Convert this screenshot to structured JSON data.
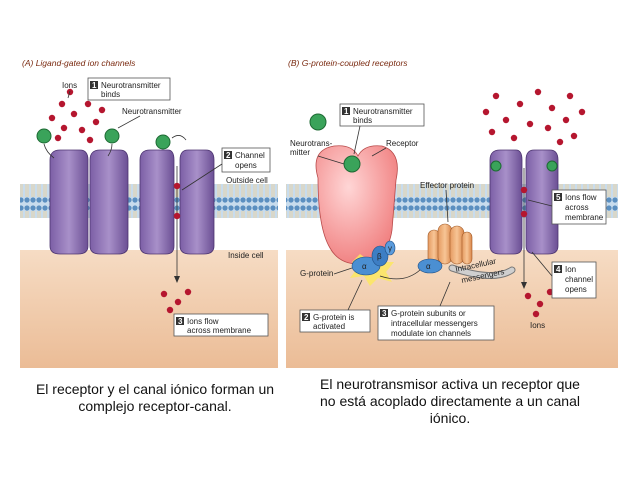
{
  "panel_a": {
    "title": "(A) Ligand-gated ion channels",
    "ions_label": "Ions",
    "neurotransmitter_label": "Neurotransmitter",
    "outside_label": "Outside cell",
    "inside_label": "Inside cell",
    "steps": [
      {
        "num": "1",
        "line1": "Neurotransmitter",
        "line2": "binds"
      },
      {
        "num": "2",
        "line1": "Channel",
        "line2": "opens"
      },
      {
        "num": "3",
        "line1": "Ions flow",
        "line2": "across membrane"
      }
    ]
  },
  "panel_b": {
    "title": "(B) G-protein-coupled receptors",
    "neurotransmitter_label_1": "Neurotrans-",
    "neurotransmitter_label_2": "mitter",
    "receptor_label": "Receptor",
    "effector_label": "Effector protein",
    "gprotein_label": "G-protein",
    "intracellular_label_1": "Intracellular",
    "intracellular_label_2": "messengers",
    "ions_label": "Ions",
    "alpha": "α",
    "beta": "β",
    "gamma": "γ",
    "steps": [
      {
        "num": "1",
        "line1": "Neurotransmitter",
        "line2": "binds"
      },
      {
        "num": "2",
        "line1": "G-protein is",
        "line2": "activated"
      },
      {
        "num": "3",
        "line1": "G-protein subunits or",
        "line2": "intracellular messengers",
        "line3": "modulate ion channels"
      },
      {
        "num": "4",
        "line1": "Ion",
        "line2": "channel",
        "line3": "opens"
      },
      {
        "num": "5",
        "line1": "Ions flow",
        "line2": "across",
        "line3": "membrane"
      }
    ]
  },
  "captions": {
    "left_line1": "El receptor y el canal iónico forman un",
    "left_line2": "complejo receptor-canal.",
    "right_line1": "El neurotransmisor activa un receptor que",
    "right_line2": "no está acoplado directamente a un canal",
    "right_line3": "iónico."
  }
}
